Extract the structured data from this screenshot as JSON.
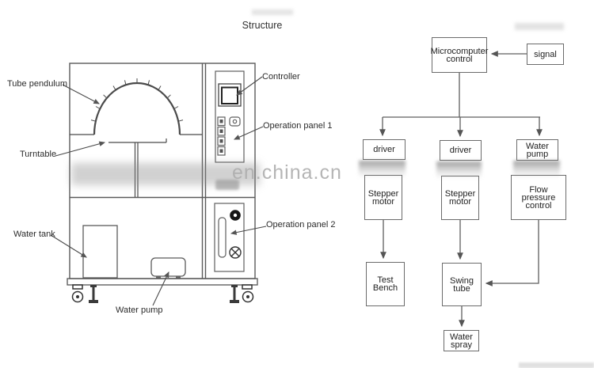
{
  "title": "Structure",
  "watermark": {
    "main": "en.china.cn"
  },
  "machine": {
    "labels": {
      "tube_pendulum": "Tube pendulum",
      "turntable": "Turntable",
      "water_tank": "Water tank",
      "water_pump": "Water pump",
      "controller": "Controller",
      "operation_panel_1": "Operation panel 1",
      "operation_panel_2": "Operation panel 2"
    }
  },
  "flowchart": {
    "nodes": {
      "microcomputer_control": "Microcomputer\ncontrol",
      "signal": "signal",
      "driver_1": "driver",
      "driver_2": "driver",
      "water_pump": "Water\npump",
      "stepper_motor_1": "Stepper\nmotor",
      "stepper_motor_2": "Stepper\nmotor",
      "flow_pressure_control": "Flow pressure\ncontrol",
      "test_bench": "Test\nBench",
      "swing_tube": "Swing\ntube",
      "water_spray": "Water\nspray"
    }
  },
  "colors": {
    "line": "#5a5a5a",
    "box_border": "#6b6b6b",
    "text": "#222222",
    "watermark": "#aeaeae"
  }
}
